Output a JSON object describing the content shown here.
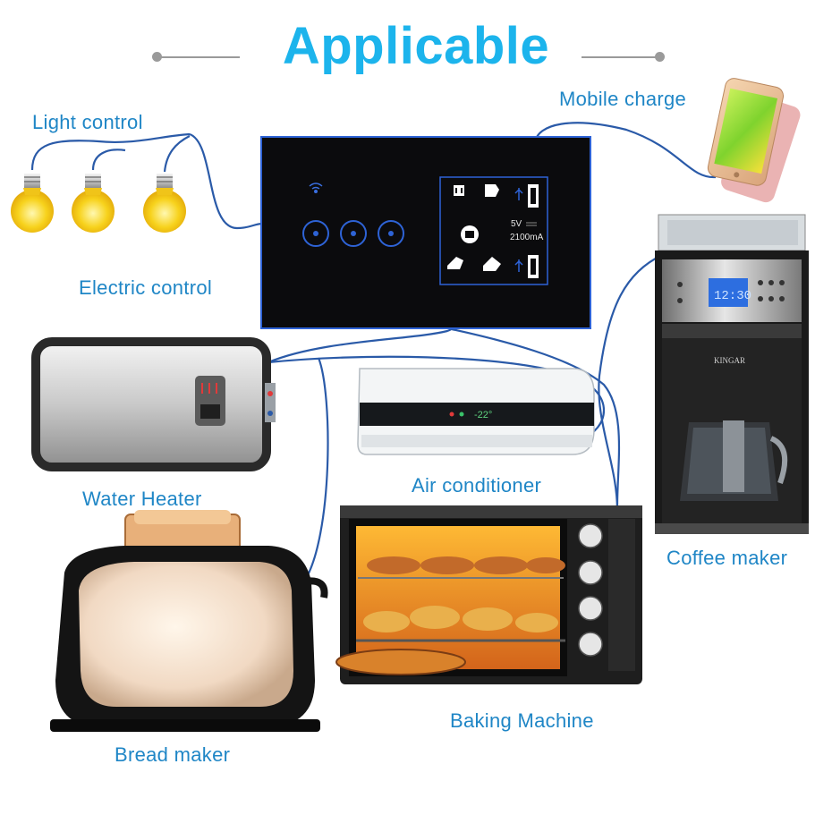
{
  "title": "Applicable",
  "labels": {
    "light_control": "Light control",
    "mobile_charge": "Mobile charge",
    "electric_control": "Electric control",
    "water_heater": "Water Heater",
    "air_conditioner": "Air conditioner",
    "coffee_maker": "Coffee maker",
    "baking_machine": "Baking Machine",
    "bread_maker": "Bread maker"
  },
  "socket_panel": {
    "usb_voltage": "5V",
    "usb_current": "2100mA"
  },
  "appliance_displays": {
    "air_conditioner_temp": "-22°",
    "coffee_maker_clock": "12:30",
    "coffee_maker_brand": "KINGAR"
  },
  "colors": {
    "title": "#1cb4ec",
    "label": "#1f86c6",
    "wire": "#2a5aa8",
    "panel": "#0b0b0d",
    "panel_accent": "#2e63d6",
    "bulb": "#f7d21c"
  }
}
